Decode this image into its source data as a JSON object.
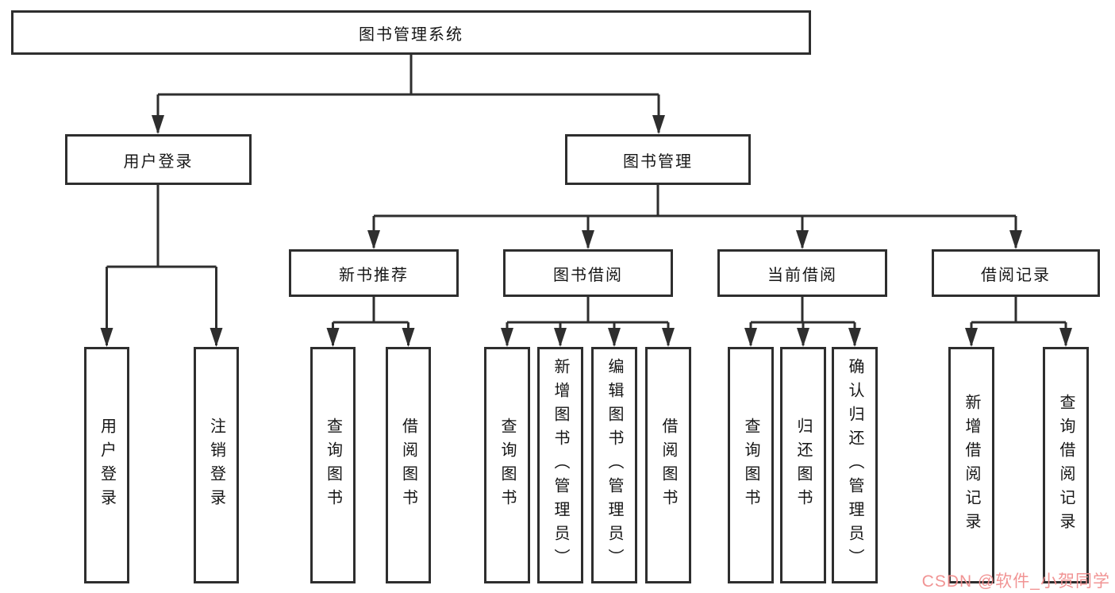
{
  "diagram": {
    "root": {
      "label": "图书管理系统"
    },
    "level2": [
      {
        "label": "用户登录"
      },
      {
        "label": "图书管理"
      }
    ],
    "level3": [
      {
        "label": "新书推荐"
      },
      {
        "label": "图书借阅"
      },
      {
        "label": "当前借阅"
      },
      {
        "label": "借阅记录"
      }
    ],
    "leaves": {
      "user_login": [
        {
          "label": "用户登录"
        },
        {
          "label": "注销登录"
        }
      ],
      "new_book_recommend": [
        {
          "label": "查询图书"
        },
        {
          "label": "借阅图书"
        }
      ],
      "book_borrow": [
        {
          "label": "查询图书"
        },
        {
          "label": "新增图书（管理员）"
        },
        {
          "label": "编辑图书（管理员）"
        },
        {
          "label": "借阅图书"
        }
      ],
      "current_borrow": [
        {
          "label": "查询图书"
        },
        {
          "label": "归还图书"
        },
        {
          "label": "确认归还（管理员）"
        }
      ],
      "borrow_records": [
        {
          "label": "新增借阅记录"
        },
        {
          "label": "查询借阅记录"
        }
      ]
    }
  },
  "watermark": {
    "text": "CSDN @软件_小贺同学",
    "color": "#f08c8c"
  },
  "colors": {
    "line": "#2e2e2e",
    "text": "#161616",
    "background": "#ffffff"
  }
}
